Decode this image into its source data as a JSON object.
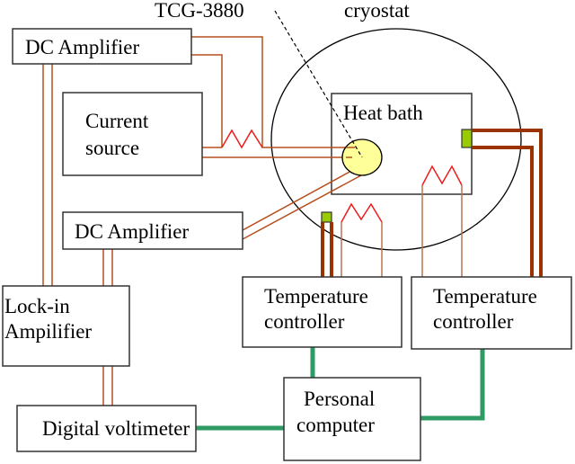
{
  "labels": {
    "sensor": "TCG-3880",
    "cryostat": "cryostat",
    "dc_amplifier_top": "DC Amplifier",
    "current_source_line1": "Current",
    "current_source_line2": "source",
    "heat_bath": "Heat bath",
    "dc_amplifier_mid": "DC Amplifier",
    "lockin_line1": "Lock-in",
    "lockin_line2": "Ampilifier",
    "temp_ctrl_1_line1": "Temperature",
    "temp_ctrl_1_line2": "controller",
    "temp_ctrl_2_line1": "Temperature",
    "temp_ctrl_2_line2": "controller",
    "dvm": "Digital voltimeter",
    "pc_line1": "Personal",
    "pc_line2": "computer"
  },
  "colors": {
    "signal_wire": "#b5501e",
    "thermometer_wire": "#9b3300",
    "heater": "#ee1c1c",
    "data_link": "#2e9a64",
    "sensor_fill": "#ffff99",
    "thermometer_block": "#99cc00"
  }
}
